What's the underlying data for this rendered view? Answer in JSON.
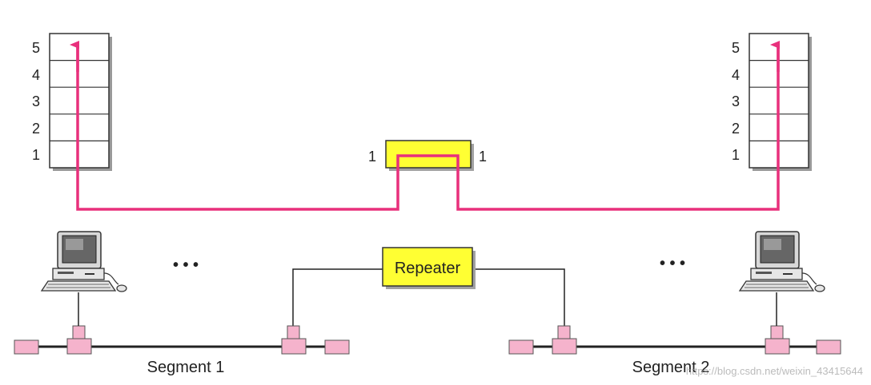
{
  "left_stack": {
    "layers": [
      "5",
      "4",
      "3",
      "2",
      "1"
    ]
  },
  "right_stack": {
    "layers": [
      "5",
      "4",
      "3",
      "2",
      "1"
    ]
  },
  "repeater_layer": {
    "left_label": "1",
    "right_label": "1"
  },
  "repeater_device": {
    "label": "Repeater"
  },
  "segments": [
    {
      "label": "Segment 1",
      "ellipsis": "• • •"
    },
    {
      "label": "Segment 2",
      "ellipsis": "• • •"
    }
  ],
  "watermark": "https://blog.csdn.net/weixin_43415644",
  "colors": {
    "path": "#e8307c",
    "repeater_fill": "#ffff33",
    "connector_fill": "#f5b3cc",
    "line": "#222222"
  }
}
